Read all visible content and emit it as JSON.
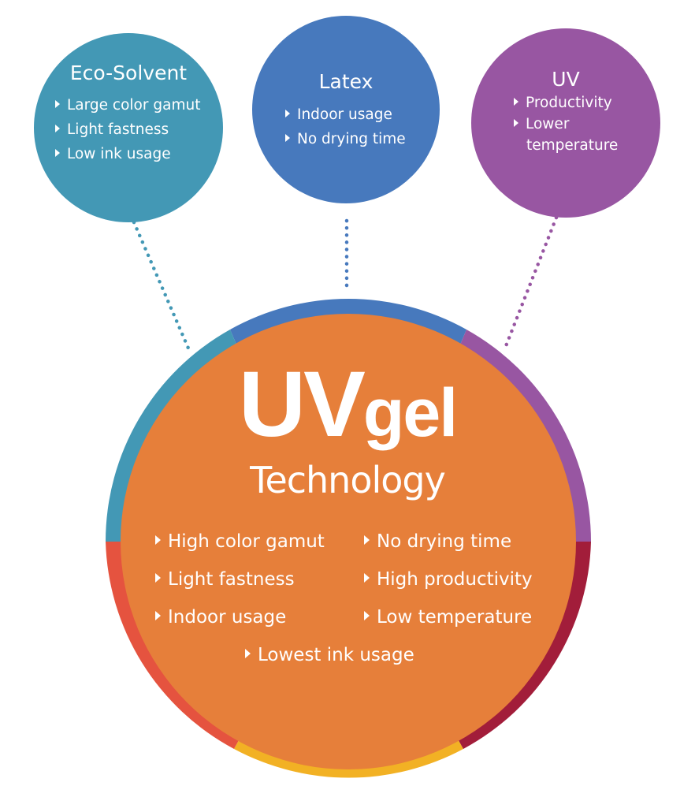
{
  "colors": {
    "eco_solvent": "#4398b5",
    "latex": "#4779bd",
    "uv": "#9856a2",
    "core": "#e67f3a",
    "ring_red": "#e5533f",
    "ring_yellow": "#f2b124",
    "ring_crimson": "#a21d3a",
    "text": "#ffffff"
  },
  "eco_solvent": {
    "title": "Eco-Solvent",
    "items": [
      "Large color gamut",
      "Light fastness",
      "Low ink usage"
    ]
  },
  "latex": {
    "title": "Latex",
    "items": [
      "Indoor usage",
      "No drying time"
    ]
  },
  "uv": {
    "title": "UV",
    "items": [
      "Productivity",
      "Lower",
      "temperature"
    ]
  },
  "uvgel": {
    "logo_uv": "UV",
    "logo_gel": "gel",
    "subtitle": "Technology",
    "left_items": [
      "High color gamut",
      "Light fastness",
      "Indoor usage"
    ],
    "right_items": [
      "No drying time",
      "High productivity",
      "Low temperature"
    ],
    "bottom_item": "Lowest ink usage"
  }
}
